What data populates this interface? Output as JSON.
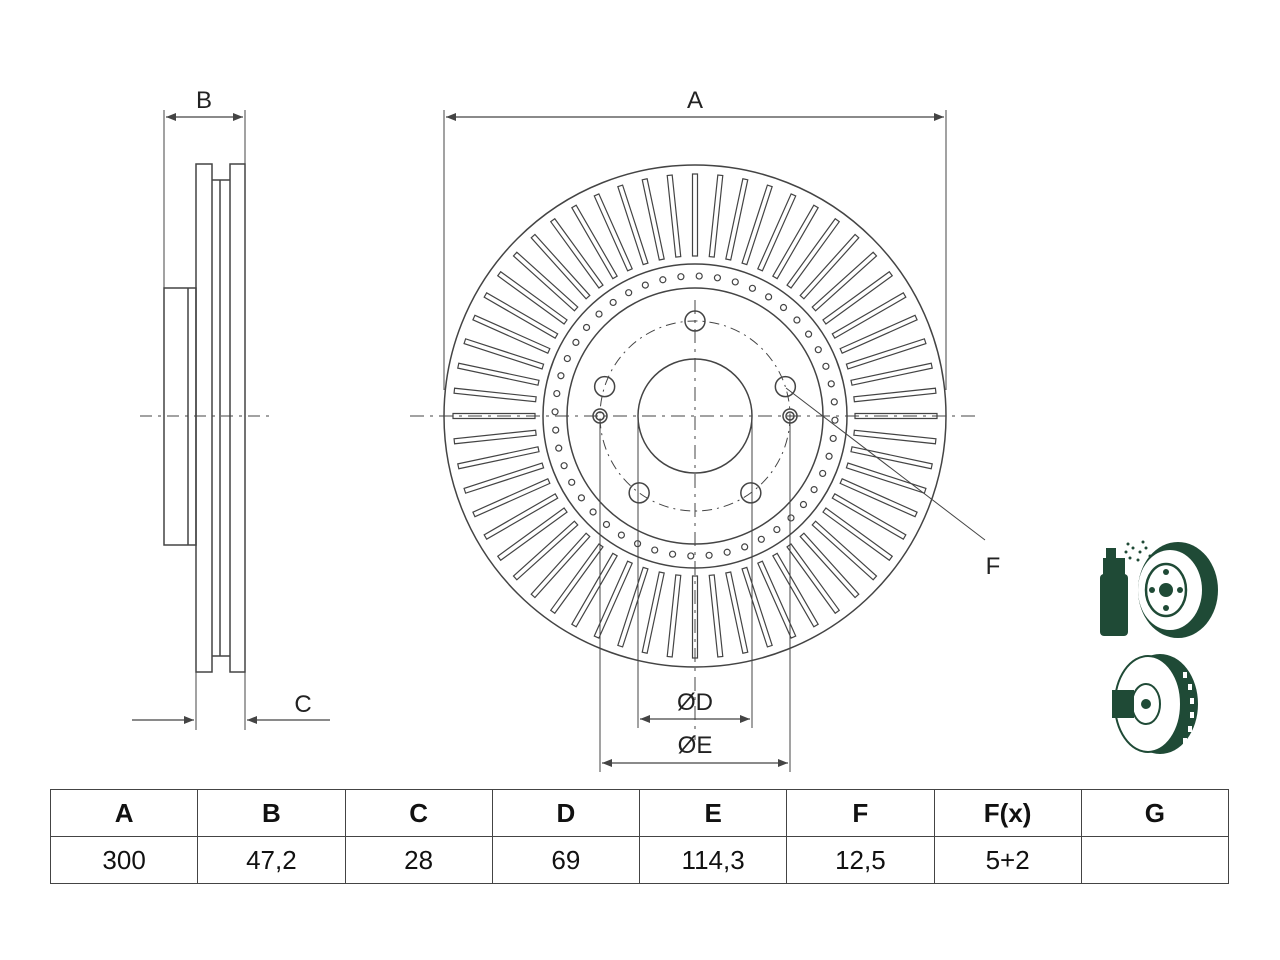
{
  "drawing": {
    "side_view": {
      "label_width": "B",
      "label_thickness": "C"
    },
    "front_view": {
      "label_diameter": "A",
      "label_center_bore": "ØD",
      "label_bolt_circle": "ØE",
      "label_bolt_hole": "F"
    },
    "icons": [
      "spray-coating-icon",
      "vented-disc-icon"
    ]
  },
  "table": {
    "headers": [
      "A",
      "B",
      "C",
      "D",
      "E",
      "F",
      "F(x)",
      "G"
    ],
    "values": [
      "300",
      "47,2",
      "28",
      "69",
      "114,3",
      "12,5",
      "5+2",
      ""
    ]
  },
  "colors": {
    "line": "#444444",
    "icon_green": "#1f4a36",
    "text": "#222222"
  }
}
